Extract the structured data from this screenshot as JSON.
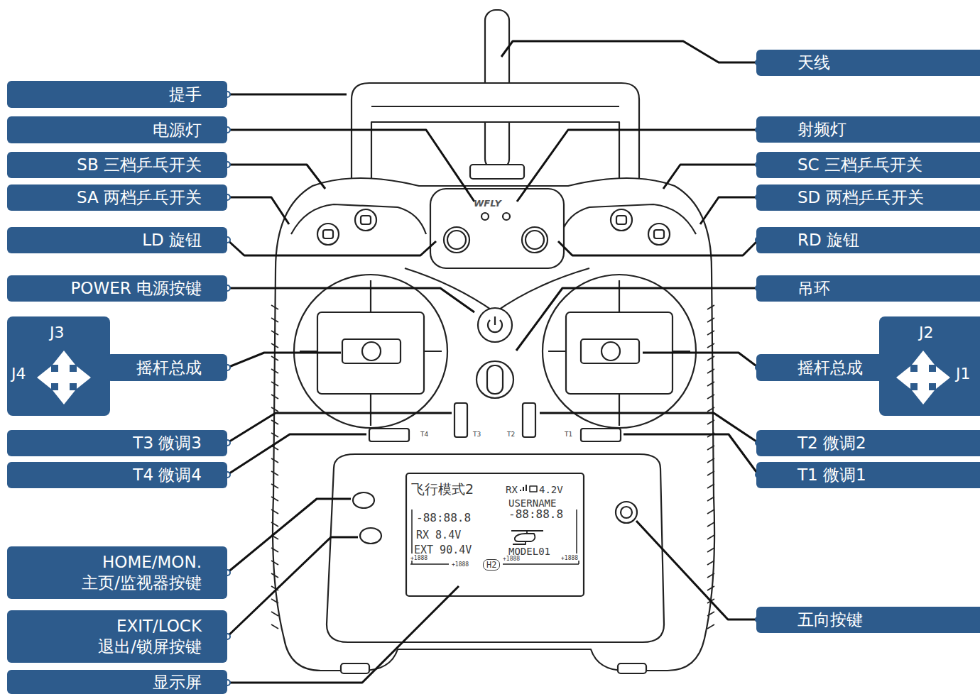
{
  "diagram": {
    "nodes": [
      {
        "text": [
          "天线"
        ]
      },
      {
        "text": [
          "提手"
        ]
      },
      {
        "text": [
          "电源灯"
        ]
      },
      {
        "text": [
          "射频灯"
        ]
      },
      {
        "text": [
          "SB 三档乒乓开关"
        ]
      },
      {
        "text": [
          "SC 三档乒乓开关"
        ]
      },
      {
        "text": [
          "SA 两档乒乓开关"
        ]
      },
      {
        "text": [
          "SD 两档乒乓开关"
        ]
      },
      {
        "text": [
          "LD 旋钮"
        ]
      },
      {
        "text": [
          "RD 旋钮"
        ]
      },
      {
        "text": [
          "POWER 电源按键"
        ]
      },
      {
        "text": [
          "吊环"
        ]
      },
      {
        "text": [
          "J3",
          "J4"
        ]
      },
      {
        "text": [
          "摇杆总成"
        ]
      },
      {
        "text": [
          "J2",
          "J1"
        ]
      },
      {
        "text": [
          "摇杆总成"
        ]
      },
      {
        "text": [
          "T3 微调3"
        ]
      },
      {
        "text": [
          "T2 微调2"
        ]
      },
      {
        "text": [
          "T4 微调4"
        ]
      },
      {
        "text": [
          "T1 微调1"
        ]
      },
      {
        "text": [
          "HOME/MON.",
          "主页/监视器按键"
        ]
      },
      {
        "text": [
          "五向按键"
        ]
      },
      {
        "text": [
          "EXIT/LOCK",
          "退出/锁屏按键"
        ]
      },
      {
        "text": [
          "显示屏"
        ]
      }
    ],
    "labels": [
      "WFLY",
      "T4",
      "T3",
      "T2",
      "T1",
      "飞行模式2",
      "RX",
      "4.2V",
      "USERNAME",
      "-88:88.8",
      "-88:88.8",
      "RX 8.4V",
      "EXT 90.4V",
      "MODEL01",
      "+1888",
      "+1888",
      "H2",
      "+1888",
      "+1888"
    ]
  }
}
